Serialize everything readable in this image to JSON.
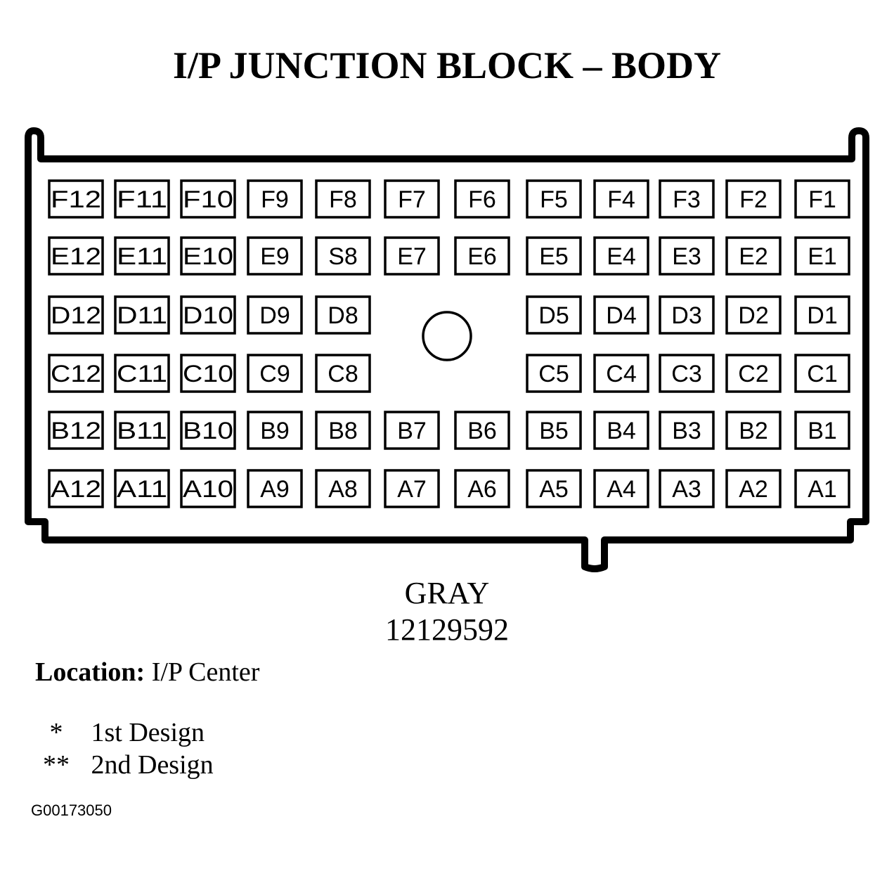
{
  "title": "I/P JUNCTION BLOCK – BODY",
  "connector": {
    "color": "GRAY",
    "part_number": "12129592"
  },
  "rows": [
    [
      "F12",
      "F11",
      "F10",
      "F9",
      "F8",
      "F7",
      "F6",
      "F5",
      "F4",
      "F3",
      "F2",
      "F1"
    ],
    [
      "E12",
      "E11",
      "E10",
      "E9",
      "S8",
      "E7",
      "E6",
      "E5",
      "E4",
      "E3",
      "E2",
      "E1"
    ],
    [
      "D12",
      "D11",
      "D10",
      "D9",
      "D8",
      "",
      "",
      "D5",
      "D4",
      "D3",
      "D2",
      "D1"
    ],
    [
      "C12",
      "C11",
      "C10",
      "C9",
      "C8",
      "",
      "",
      "C5",
      "C4",
      "C3",
      "C2",
      "C1"
    ],
    [
      "B12",
      "B11",
      "B10",
      "B9",
      "B8",
      "B7",
      "B6",
      "B5",
      "B4",
      "B3",
      "B2",
      "B1"
    ],
    [
      "A12",
      "A11",
      "A10",
      "A9",
      "A8",
      "A7",
      "A6",
      "A5",
      "A4",
      "A3",
      "A2",
      "A1"
    ]
  ],
  "location": {
    "key": "Location:",
    "value": " I/P Center"
  },
  "legend": [
    {
      "symbol": "*",
      "label": "1st Design"
    },
    {
      "symbol": "**",
      "label": "2nd Design"
    }
  ],
  "figure_id": "G00173050"
}
